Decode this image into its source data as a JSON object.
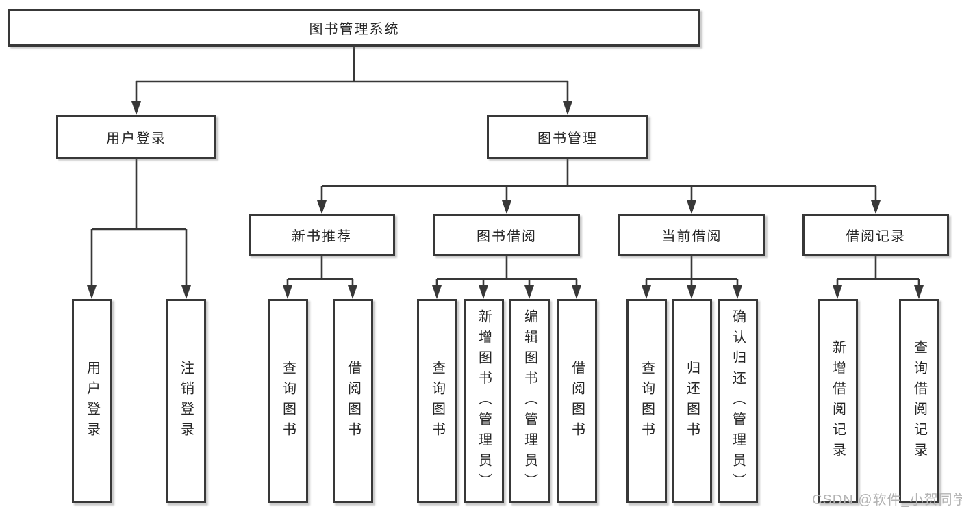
{
  "tree": {
    "root": {
      "label": "图书管理系统",
      "children": [
        {
          "label": "用户登录",
          "children": [
            {
              "label": "用户登录"
            },
            {
              "label": "注销登录"
            }
          ]
        },
        {
          "label": "图书管理",
          "children": [
            {
              "label": "新书推荐",
              "children": [
                {
                  "label": "查询图书"
                },
                {
                  "label": "借阅图书"
                }
              ]
            },
            {
              "label": "图书借阅",
              "children": [
                {
                  "label": "查询图书"
                },
                {
                  "label": "新增图书（管理员）"
                },
                {
                  "label": "编辑图书（管理员）"
                },
                {
                  "label": "借阅图书"
                }
              ]
            },
            {
              "label": "当前借阅",
              "children": [
                {
                  "label": "查询图书"
                },
                {
                  "label": "归还图书"
                },
                {
                  "label": "确认归还（管理员）"
                }
              ]
            },
            {
              "label": "借阅记录",
              "children": [
                {
                  "label": "新增借阅记录"
                },
                {
                  "label": "查询借阅记录"
                }
              ]
            }
          ]
        }
      ]
    }
  },
  "watermark": {
    "text": "CSDN @软件_小贺同学"
  },
  "colors": {
    "line": "#383838",
    "box_border": "#383838",
    "text": "#262626",
    "watermark": "#b3b3b3",
    "background": "#ffffff"
  }
}
